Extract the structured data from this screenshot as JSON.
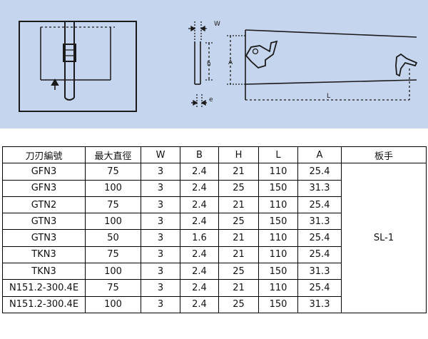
{
  "drawing": {
    "labels": {
      "w": "W",
      "h": "h",
      "a": "A",
      "l": "L",
      "e": "e"
    },
    "colors": {
      "panel_bg": "#c5d5ee",
      "line": "#1a1a1a"
    }
  },
  "table": {
    "headers": [
      "刀刃編號",
      "最大直徑",
      "W",
      "B",
      "H",
      "L",
      "A",
      "板手"
    ],
    "rows": [
      [
        "GFN3",
        "75",
        "3",
        "2.4",
        "21",
        "110",
        "25.4"
      ],
      [
        "GFN3",
        "100",
        "3",
        "2.4",
        "25",
        "150",
        "31.3"
      ],
      [
        "GTN2",
        "75",
        "3",
        "2.4",
        "21",
        "110",
        "25.4"
      ],
      [
        "GTN3",
        "100",
        "3",
        "2.4",
        "25",
        "150",
        "31.3"
      ],
      [
        "GTN3",
        "50",
        "3",
        "1.6",
        "21",
        "110",
        "25.4"
      ],
      [
        "TKN3",
        "75",
        "3",
        "2.4",
        "21",
        "110",
        "25.4"
      ],
      [
        "TKN3",
        "100",
        "3",
        "2.4",
        "25",
        "150",
        "31.3"
      ],
      [
        "N151.2-300.4E",
        "75",
        "3",
        "2.4",
        "21",
        "110",
        "25.4"
      ],
      [
        "N151.2-300.4E",
        "100",
        "3",
        "2.4",
        "25",
        "150",
        "31.3"
      ]
    ],
    "handle_value": "SL-1"
  }
}
